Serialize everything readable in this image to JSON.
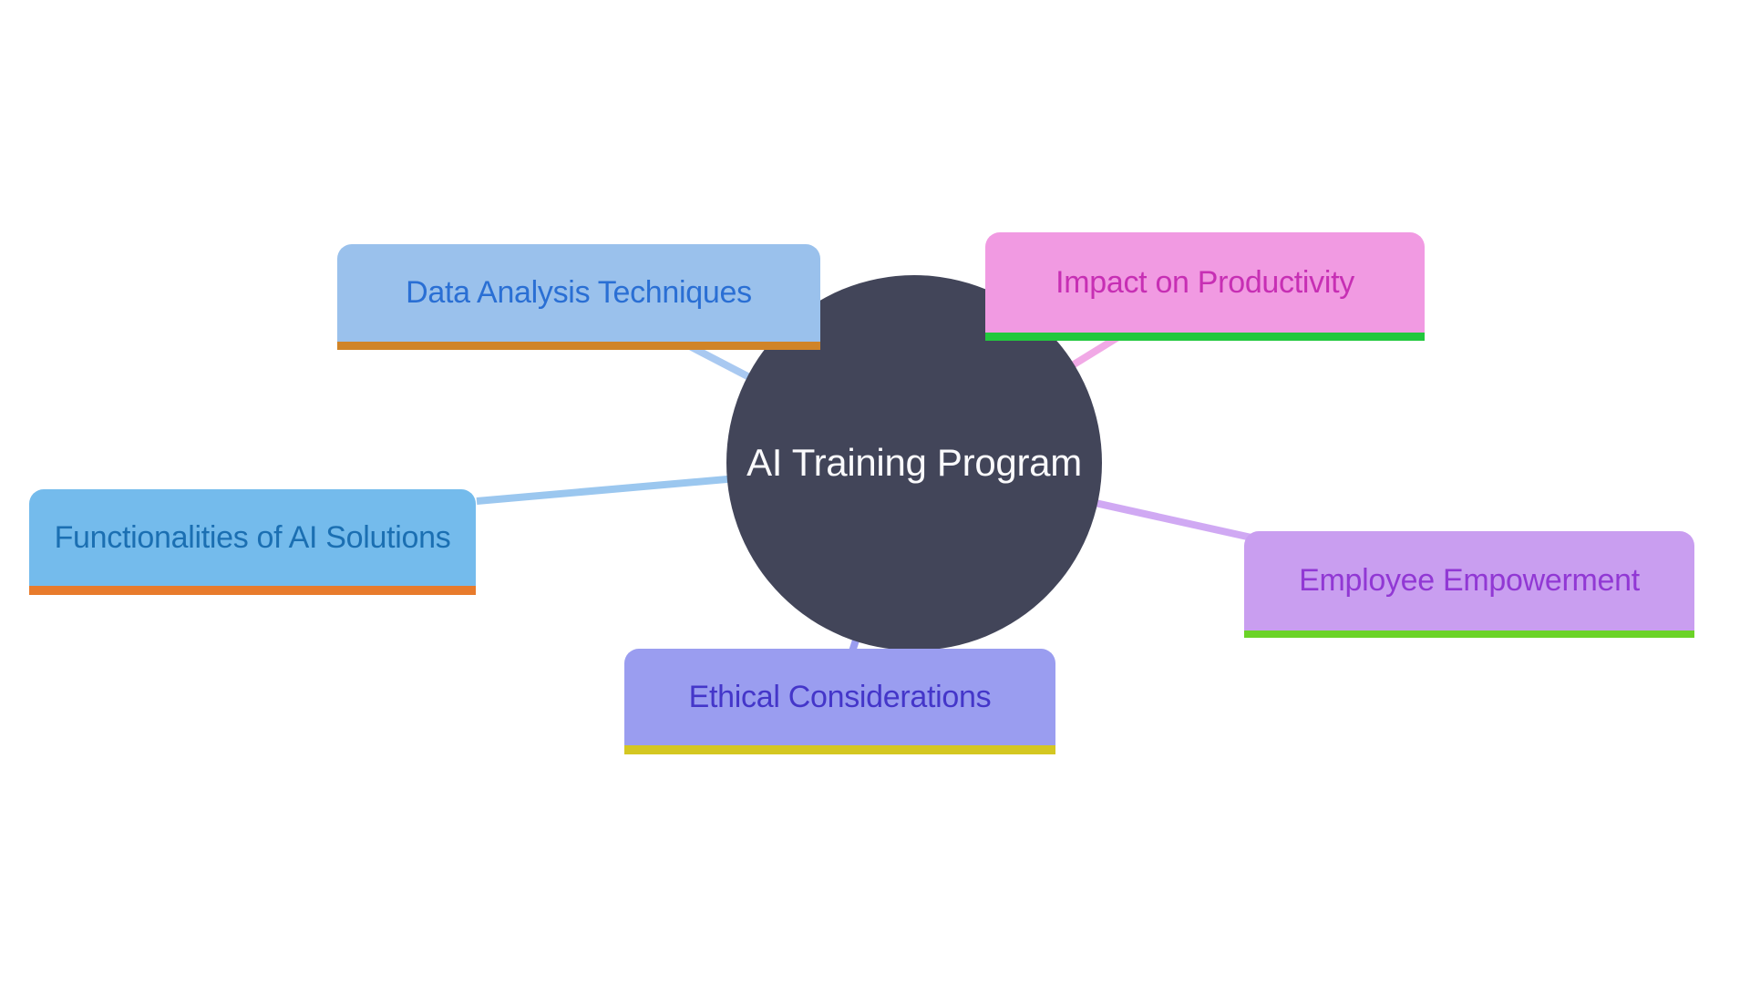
{
  "diagram": {
    "background_color": "#ffffff",
    "center": {
      "label": "AI Training Program",
      "fill": "#424559",
      "text_color": "#fafafc"
    },
    "nodes": [
      {
        "id": "data-analysis-techniques",
        "label": "Data Analysis Techniques",
        "fill": "#9ac1ec",
        "text_color": "#2a6fd4",
        "underline_color": "#d08428",
        "connector_color": "#a9c9f1"
      },
      {
        "id": "impact-on-productivity",
        "label": "Impact on Productivity",
        "fill": "#f19ae2",
        "text_color": "#c72fb4",
        "underline_color": "#22c83d",
        "connector_color": "#f1a9e6"
      },
      {
        "id": "functionalities-of-ai-solutions",
        "label": "Functionalities of AI Solutions",
        "fill": "#74bbec",
        "text_color": "#1b6fb2",
        "underline_color": "#e87b2c",
        "connector_color": "#9bc7ef"
      },
      {
        "id": "employee-empowerment",
        "label": "Employee Empowerment",
        "fill": "#c99ef0",
        "text_color": "#9138d4",
        "underline_color": "#6bd327",
        "connector_color": "#d0a9f3"
      },
      {
        "id": "ethical-considerations",
        "label": "Ethical Considerations",
        "fill": "#9a9df0",
        "text_color": "#4436c9",
        "underline_color": "#d4c722",
        "connector_color": "#9a9df0"
      }
    ]
  }
}
